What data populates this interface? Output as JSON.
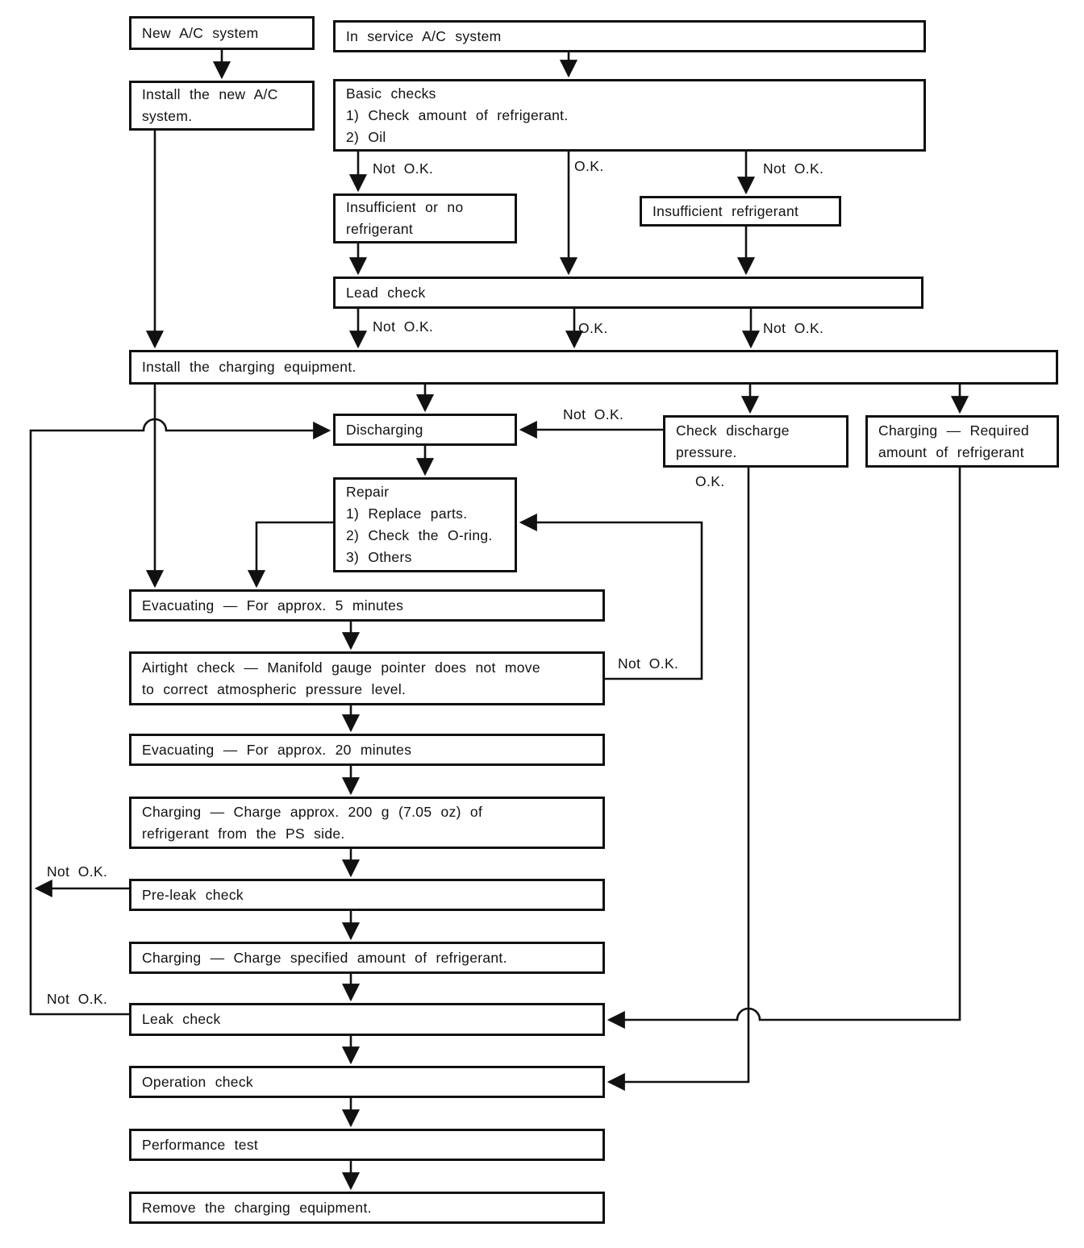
{
  "nodes": {
    "new_ac_system": "New A/C system",
    "in_service": "In service A/C system",
    "install_new": "Install the new A/C\nsystem.",
    "basic_checks": "Basic checks\n1) Check amount of refrigerant.\n2) Oil",
    "insufficient_or_no": "Insufficient or no\nrefrigerant",
    "insufficient_refrigerant": "Insufficient refrigerant",
    "lead_check": "Lead check",
    "install_charging": "Install the charging equipment.",
    "discharging": "Discharging",
    "check_discharge": "Check discharge\npressure.",
    "charging_required": "Charging — Required\namount of refrigerant",
    "repair": "Repair\n1) Replace parts.\n2) Check the O-ring.\n3) Others",
    "evacuating_5": "Evacuating — For approx. 5 minutes",
    "airtight": "Airtight check — Manifold gauge pointer does not move\nto correct atmospheric pressure level.",
    "evacuating_20": "Evacuating — For approx. 20 minutes",
    "charging_200": "Charging — Charge approx. 200 g (7.05 oz) of\nrefrigerant from the PS side.",
    "pre_leak": "Pre-leak check",
    "charging_specified": "Charging — Charge specified amount of refrigerant.",
    "leak_check": "Leak check",
    "operation_check": "Operation check",
    "performance_test": "Performance test",
    "remove_charging": "Remove the charging equipment."
  },
  "labels": {
    "ok": "O.K.",
    "not_ok": "Not O.K."
  },
  "colors": {
    "line": "#111111",
    "background": "#ffffff"
  }
}
